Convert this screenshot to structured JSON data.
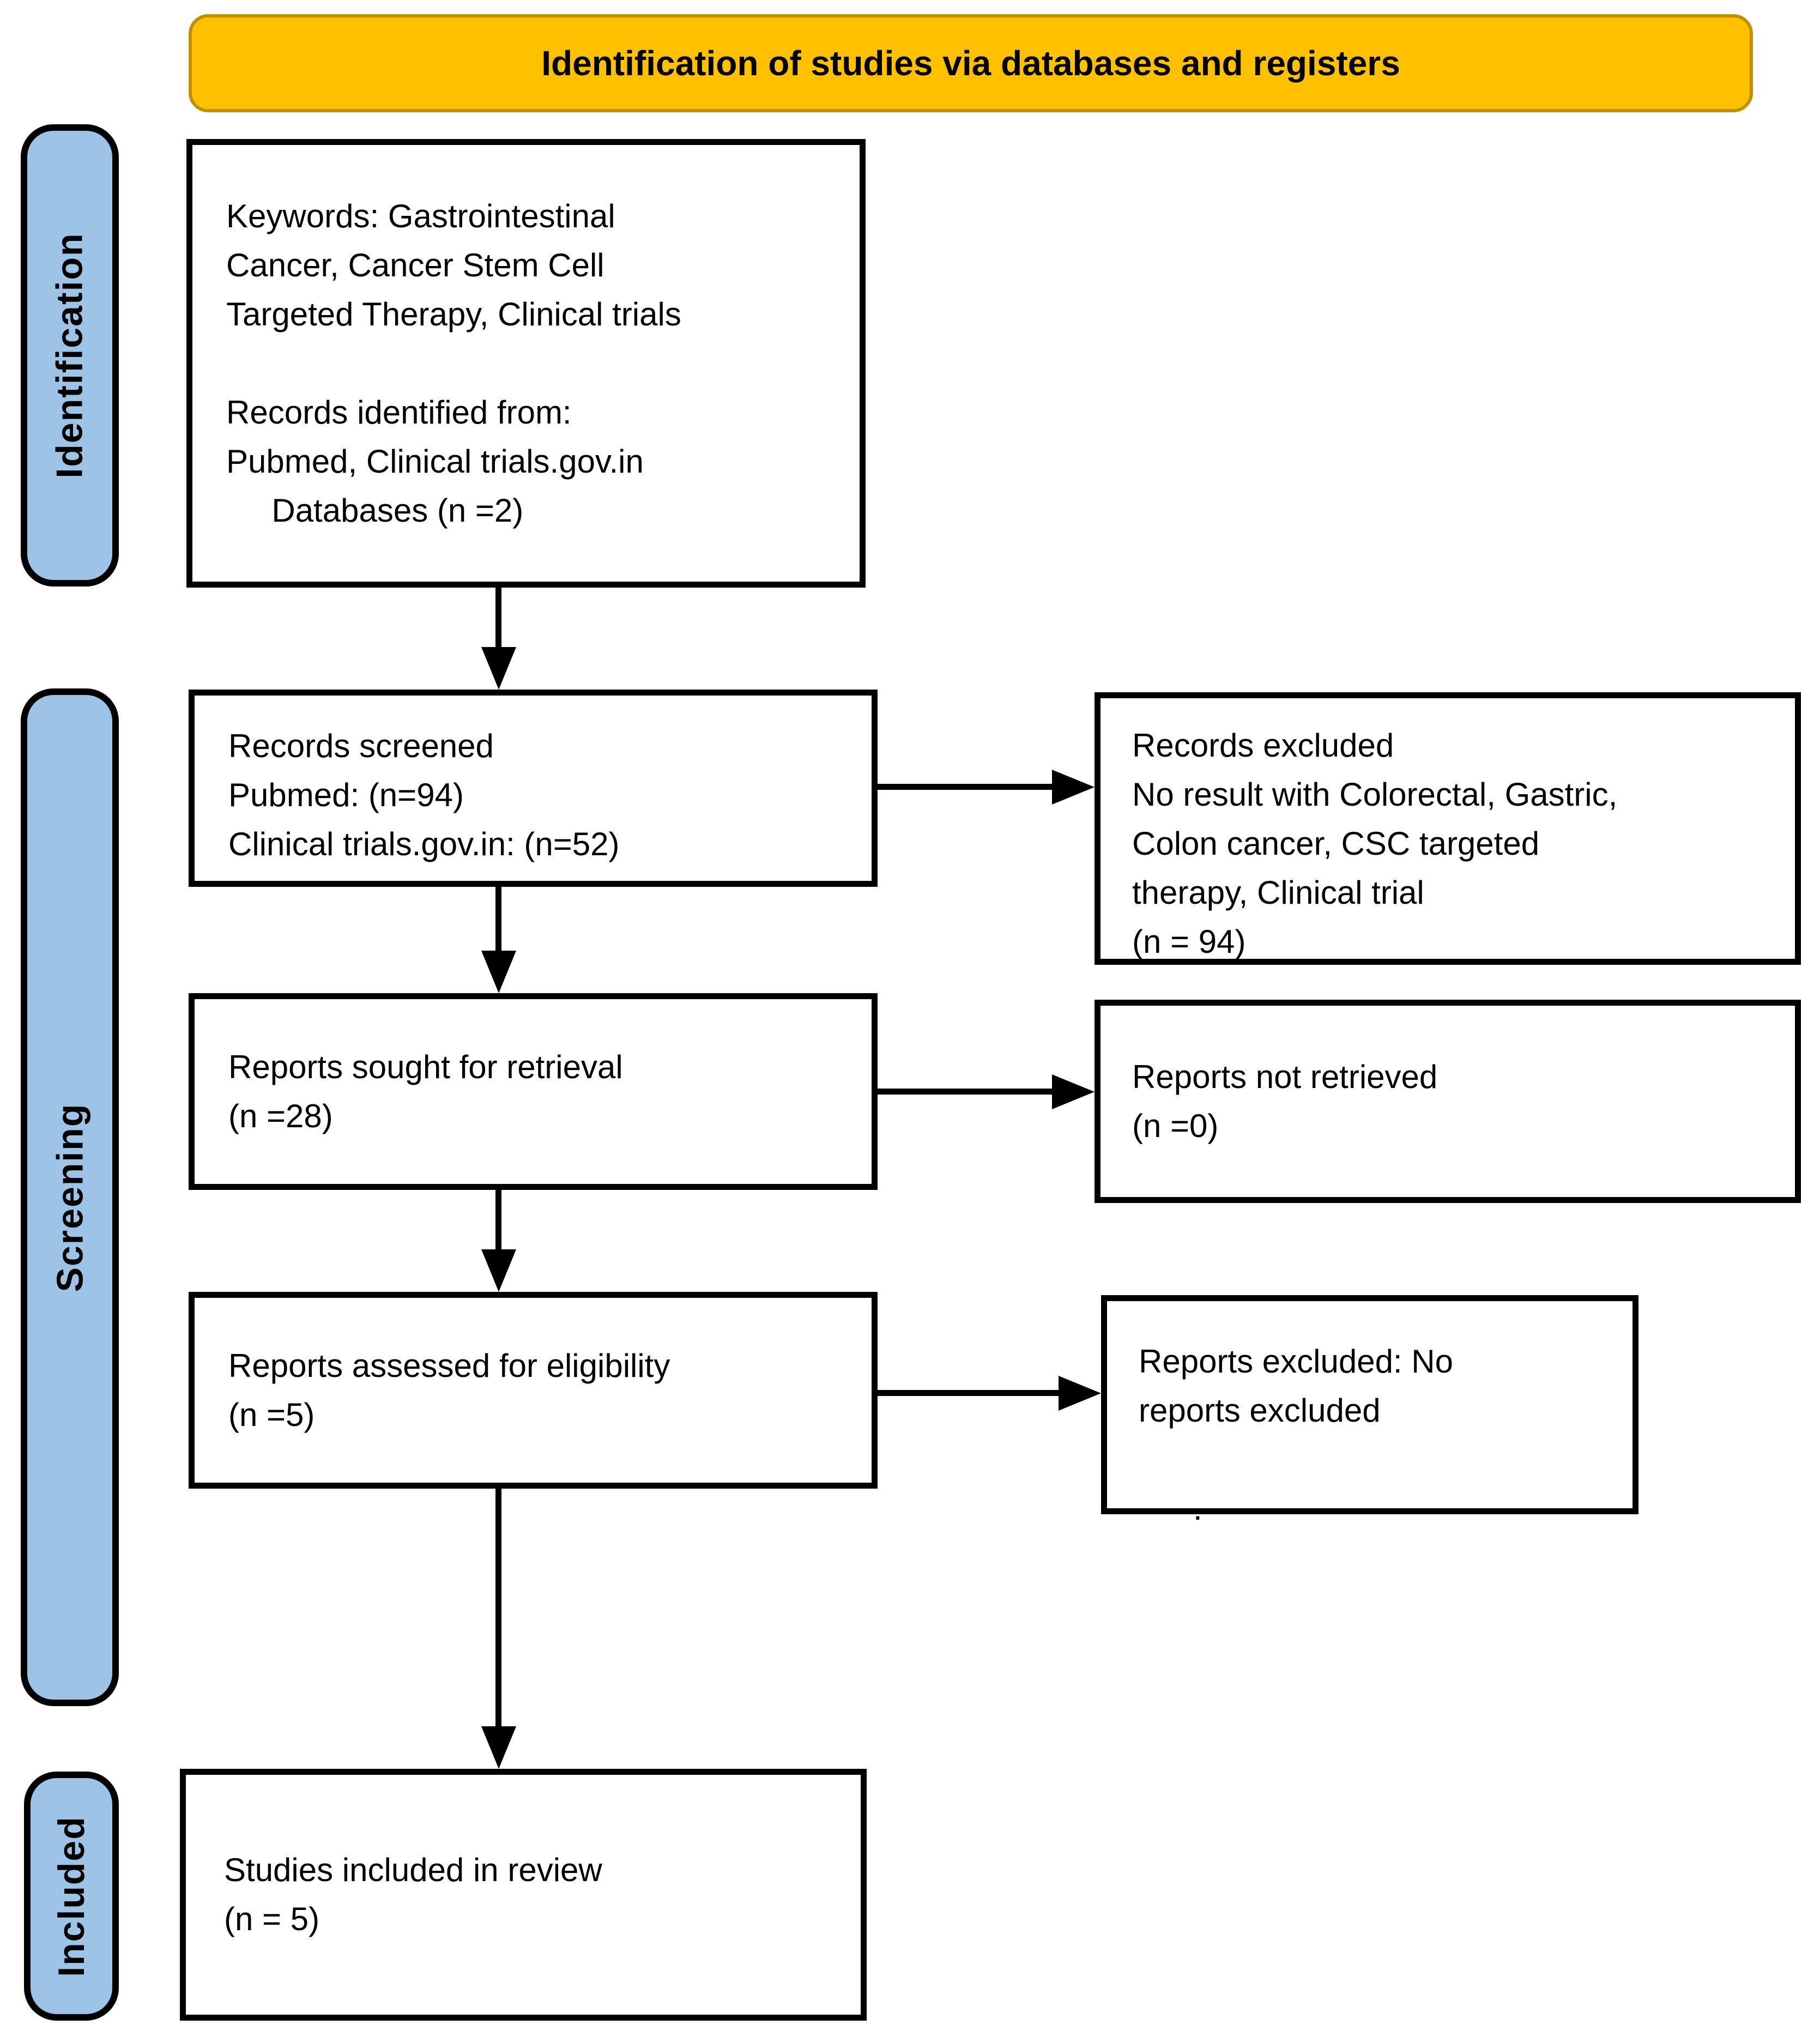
{
  "header": {
    "title": "Identification of studies via databases and registers"
  },
  "stages": [
    {
      "label": "Identification"
    },
    {
      "label": "Screening"
    },
    {
      "label": "Included"
    }
  ],
  "boxes": {
    "records_identified": {
      "text": "Keywords: Gastrointestinal\nCancer, Cancer Stem Cell\nTargeted Therapy, Clinical trials\n\nRecords identified from:\nPubmed, Clinical trials.gov.in\n     Databases (n =2)"
    },
    "records_screened": {
      "text": "Records screened\nPubmed: (n=94)\nClinical trials.gov.in: (n=52)"
    },
    "records_excluded": {
      "text": "Records excluded\nNo result with Colorectal, Gastric,\nColon cancer, CSC targeted\ntherapy, Clinical trial\n(n = 94)"
    },
    "reports_sought": {
      "text": "Reports sought for retrieval\n(n =28)"
    },
    "reports_not_retrieved": {
      "text": "Reports not retrieved\n(n =0)"
    },
    "reports_assessed": {
      "text": "Reports assessed for eligibility\n(n =5)"
    },
    "reports_excluded": {
      "text": "Reports excluded: No\nreports excluded\n\n      ."
    },
    "studies_included": {
      "text": "Studies included in review\n(n = 5)"
    }
  },
  "colors": {
    "header_fill": "#FFC000",
    "header_border": "#BF9000",
    "stage_fill": "#9DC3E6",
    "line": "#000000"
  }
}
